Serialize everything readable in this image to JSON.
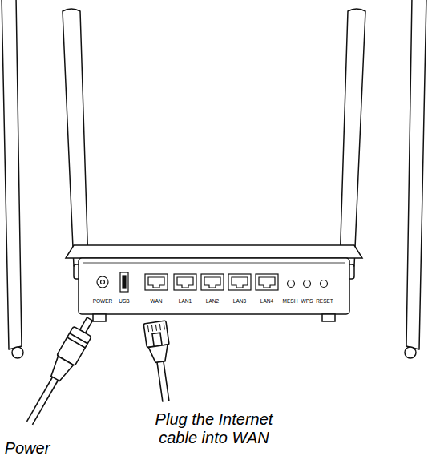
{
  "diagram": {
    "labels": [
      "POWER",
      "USB",
      "WAN",
      "LAN1",
      "LAN2",
      "LAN3",
      "LAN4",
      "MESH",
      "WPS",
      "RESET",
      "Power",
      "Plug the Internet cable into WAN"
    ]
  }
}
